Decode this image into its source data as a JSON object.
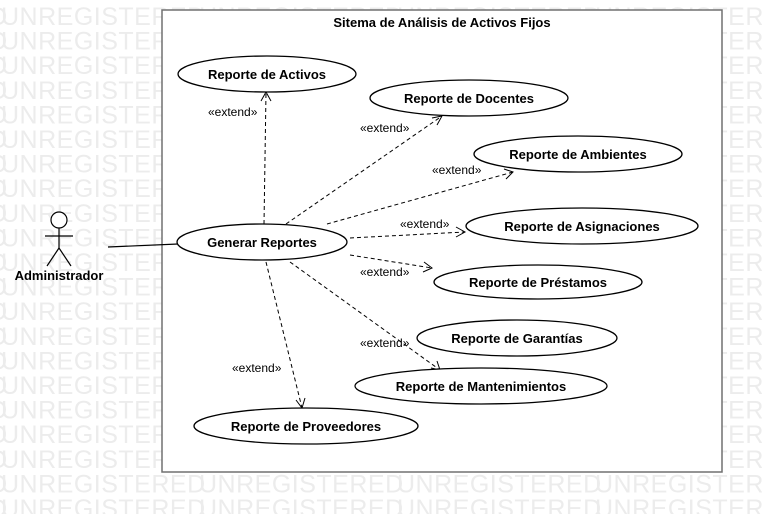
{
  "watermark_text": "UNREGISTERED",
  "system": {
    "title": "Sitema de Análisis de Activos Fijos"
  },
  "actor": {
    "name": "Administrador"
  },
  "use_cases": {
    "generar": "Generar Reportes",
    "activos": "Reporte de Activos",
    "docentes": "Reporte de Docentes",
    "ambientes": "Reporte de Ambientes",
    "asignaciones": "Reporte de Asignaciones",
    "prestamos": "Reporte de Préstamos",
    "garantias": "Reporte de Garantías",
    "mantenimientos": "Reporte de Mantenimientos",
    "proveedores": "Reporte de Proveedores"
  },
  "stereotype": "«extend»"
}
